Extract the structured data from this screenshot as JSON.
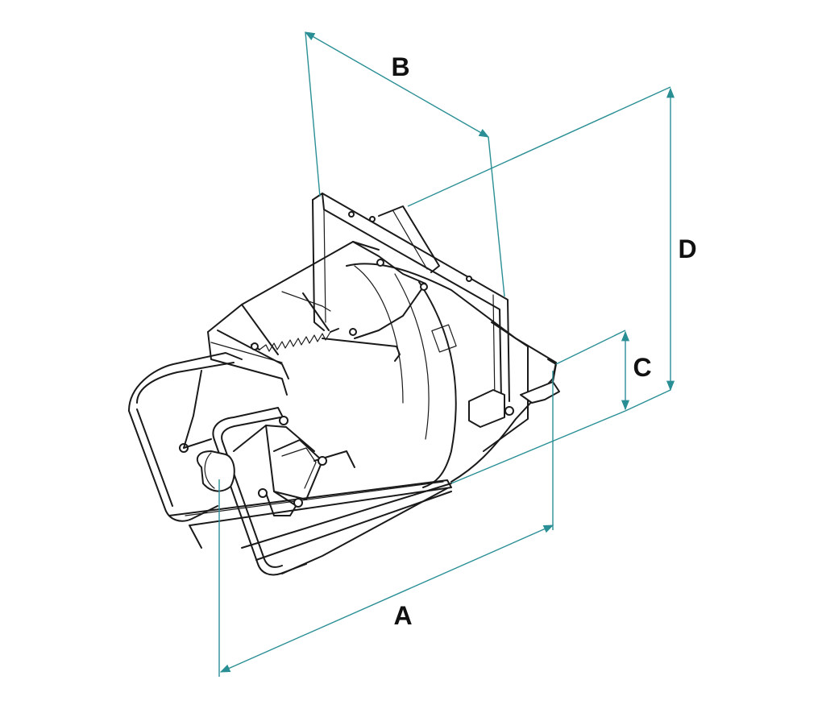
{
  "dimensions": {
    "a": {
      "label": "A"
    },
    "b": {
      "label": "B"
    },
    "c": {
      "label": "C"
    },
    "d": {
      "label": "D"
    }
  },
  "colors": {
    "dimension_line": "#2a8f95",
    "outline": "#1a1a1a",
    "label": "#111111",
    "background": "#ffffff"
  }
}
